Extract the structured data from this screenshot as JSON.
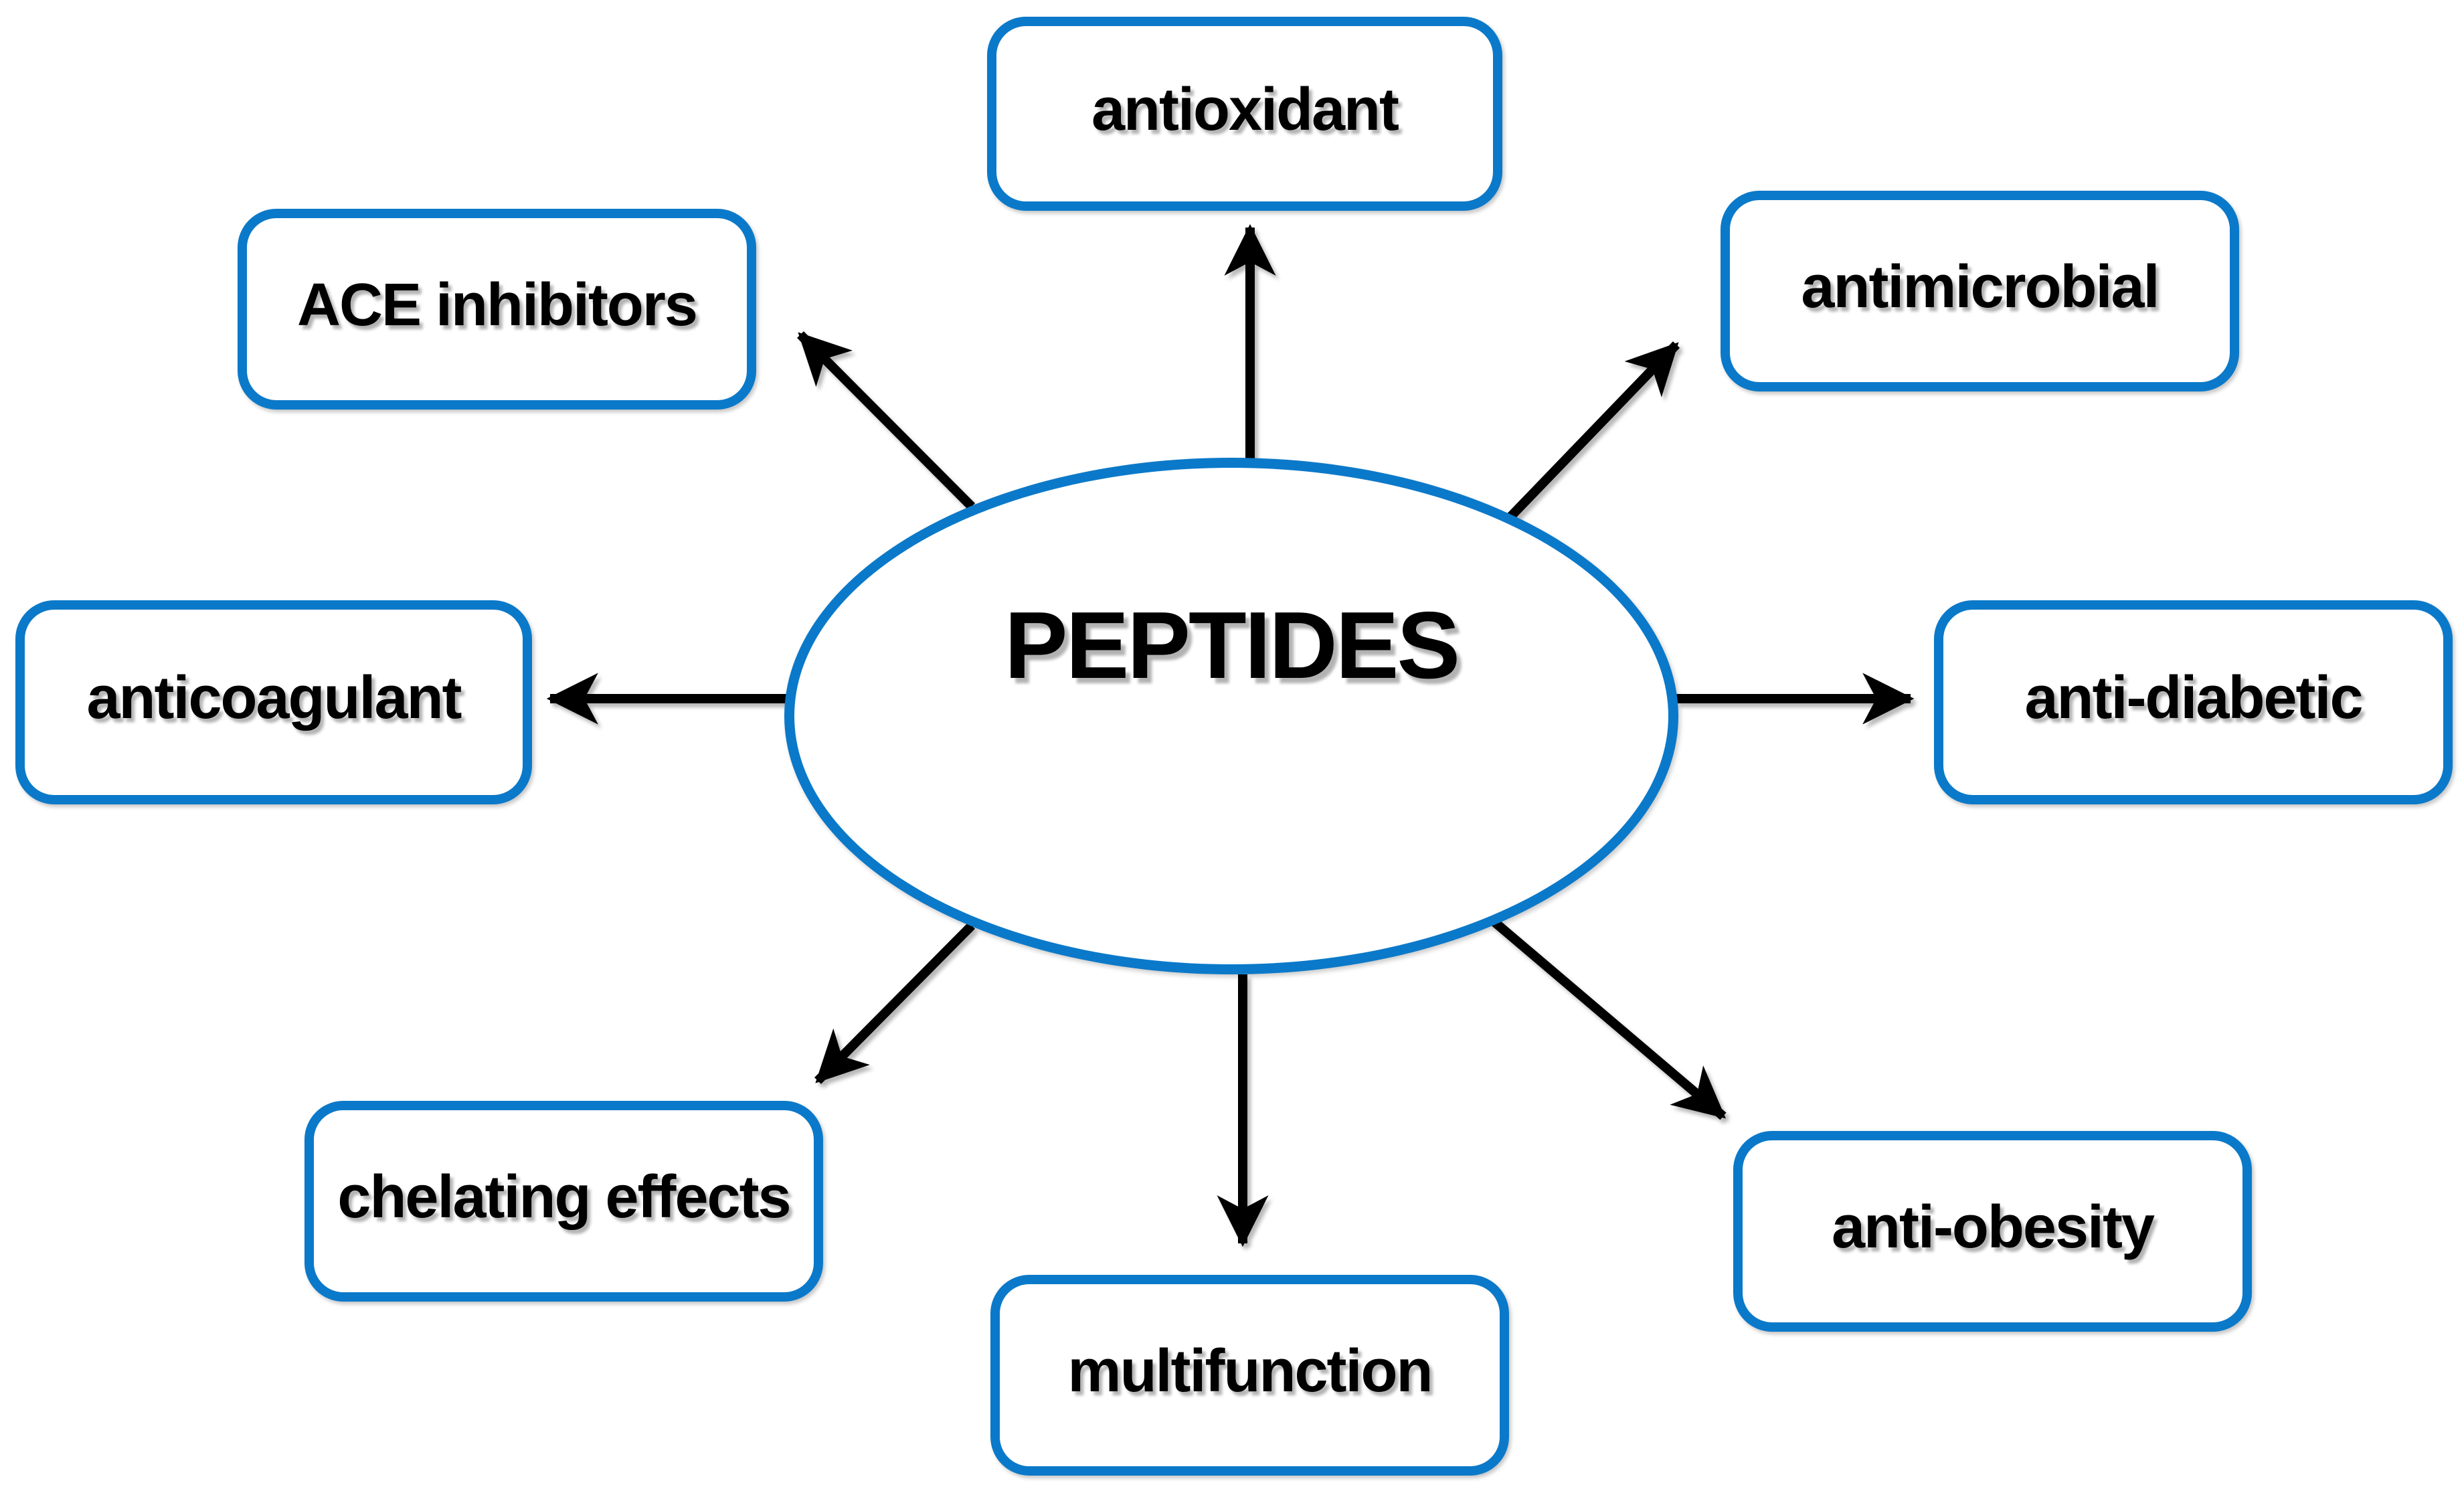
{
  "figure": {
    "background_color": "#ffffff",
    "node_border_color": "#0b79c9",
    "text_color": "#000000",
    "arrow_color": "#000000",
    "center": {
      "label": "PEPTIDES"
    },
    "nodes": [
      {
        "id": "antioxidant",
        "label": "antioxidant",
        "position": "top-center"
      },
      {
        "id": "antimicrobial",
        "label": "antimicrobial",
        "position": "top-right"
      },
      {
        "id": "ace-inhibitors",
        "label": "ACE inhibitors",
        "position": "top-left"
      },
      {
        "id": "anticoagulant",
        "label": "anticoagulant",
        "position": "middle-left"
      },
      {
        "id": "anti-diabetic",
        "label": "anti-diabetic",
        "position": "middle-right"
      },
      {
        "id": "chelating-effects",
        "label": "chelating effects",
        "position": "bottom-left"
      },
      {
        "id": "multifunction",
        "label": "multifunction",
        "position": "bottom-center"
      },
      {
        "id": "anti-obesity",
        "label": "anti-obesity",
        "position": "bottom-right"
      }
    ]
  }
}
